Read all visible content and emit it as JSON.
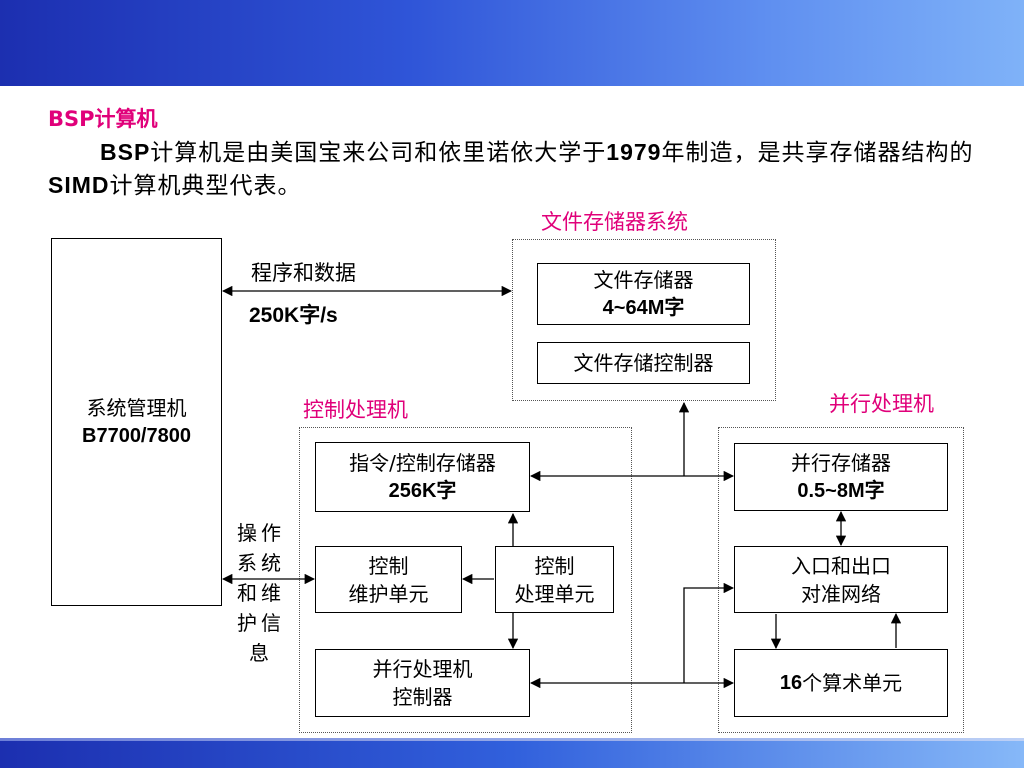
{
  "title": "BSP计算机",
  "paragraph": {
    "p1": "BSP",
    "p2": "计算机是由美国宝来公司和依里诺依大学于",
    "p3": "1979",
    "p4": "年制造，是共享存储器结构的",
    "p5": "SIMD",
    "p6": "计算机典型代表。"
  },
  "diagram": {
    "file_system_label": "文件存储器系统",
    "control_processor_label": "控制处理机",
    "parallel_processor_label": "并行处理机",
    "system_manager": {
      "line1": "系统管理机",
      "line2": "B7700/7800"
    },
    "link_top": {
      "line1": "程序和数据",
      "line2": "250K字/s"
    },
    "link_side": "操作系统和维护信息",
    "file_memory": {
      "line1": "文件存储器",
      "line2": "4~64M字"
    },
    "file_controller": "文件存储控制器",
    "instr_memory": {
      "line1": "指令/控制存储器",
      "line2": "256K字"
    },
    "control_maint": {
      "line1": "控制",
      "line2": "维护单元"
    },
    "control_proc_unit": {
      "line1": "控制",
      "line2": "处理单元"
    },
    "pp_controller": {
      "line1": "并行处理机",
      "line2": "控制器"
    },
    "parallel_memory": {
      "line1": "并行存储器",
      "line2": "0.5~8M字"
    },
    "io_network": {
      "line1": "入口和出口",
      "line2": "对准网络"
    },
    "alu": {
      "line1": "16",
      "line2": "个算术单元"
    }
  }
}
